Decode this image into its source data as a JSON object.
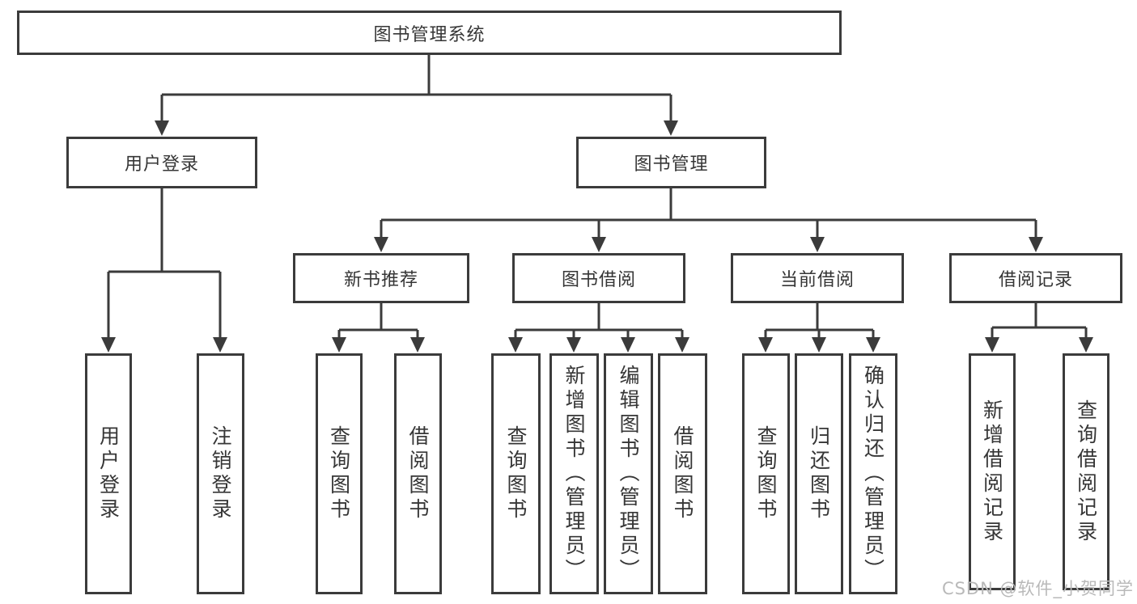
{
  "title": "图书管理系统",
  "nodes": {
    "user_login": "用户登录",
    "book_mgmt": "图书管理",
    "new_book_rec": "新书推荐",
    "book_borrow": "图书借阅",
    "current_borrow": "当前借阅",
    "borrow_records": "借阅记录"
  },
  "leaves": {
    "user": [
      "用户登录",
      "注销登录"
    ],
    "new_book": [
      "查询图书",
      "借阅图书"
    ],
    "borrow": [
      "查询图书",
      "新增图书（管理员）",
      "编辑图书（管理员）",
      "借阅图书"
    ],
    "current": [
      "查询图书",
      "归还图书",
      "确认归还（管理员）"
    ],
    "records": [
      "新增借阅记录",
      "查询借阅记录"
    ]
  },
  "watermark": "CSDN @软件_小贺同学",
  "colors": {
    "line": "#3b3b3b",
    "text": "#363636",
    "background": "#ffffff",
    "watermark": "#b9b9b9"
  }
}
